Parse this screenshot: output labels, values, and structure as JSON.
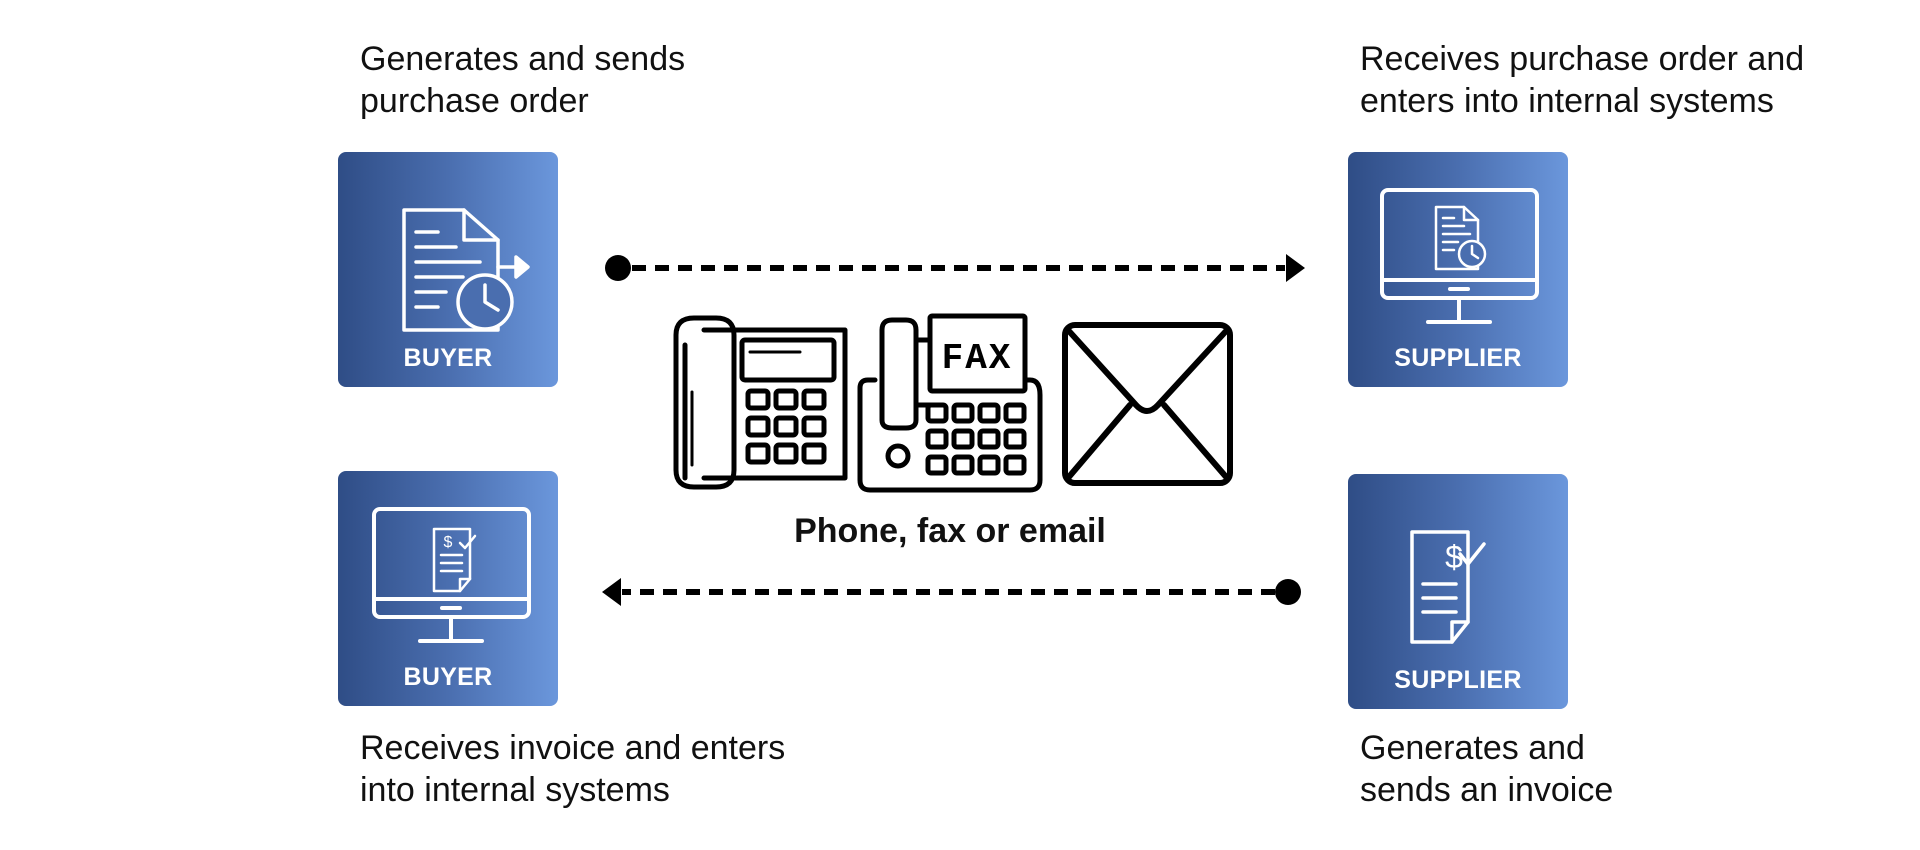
{
  "flow": {
    "top_left": {
      "caption": [
        "Generates and sends",
        "purchase order"
      ],
      "label": "BUYER",
      "icon": "document-send-clock-icon"
    },
    "top_right": {
      "caption": [
        "Receives purchase order and",
        "enters into internal systems"
      ],
      "label": "SUPPLIER",
      "icon": "monitor-document-clock-icon"
    },
    "bottom_left": {
      "caption": [
        "Receives invoice and enters",
        "into internal systems"
      ],
      "label": "BUYER",
      "icon": "monitor-invoice-check-icon"
    },
    "bottom_right": {
      "caption": [
        "Generates and",
        "sends an invoice"
      ],
      "label": "SUPPLIER",
      "icon": "invoice-check-icon"
    }
  },
  "channels": {
    "label": "Phone, fax or email",
    "fax_text": "FAX",
    "icons": [
      "desk-phone-icon",
      "fax-machine-icon",
      "envelope-icon"
    ]
  },
  "colors": {
    "box_gradient_start": "#2f4d86",
    "box_gradient_end": "#6b97dc",
    "ink": "#111111"
  }
}
